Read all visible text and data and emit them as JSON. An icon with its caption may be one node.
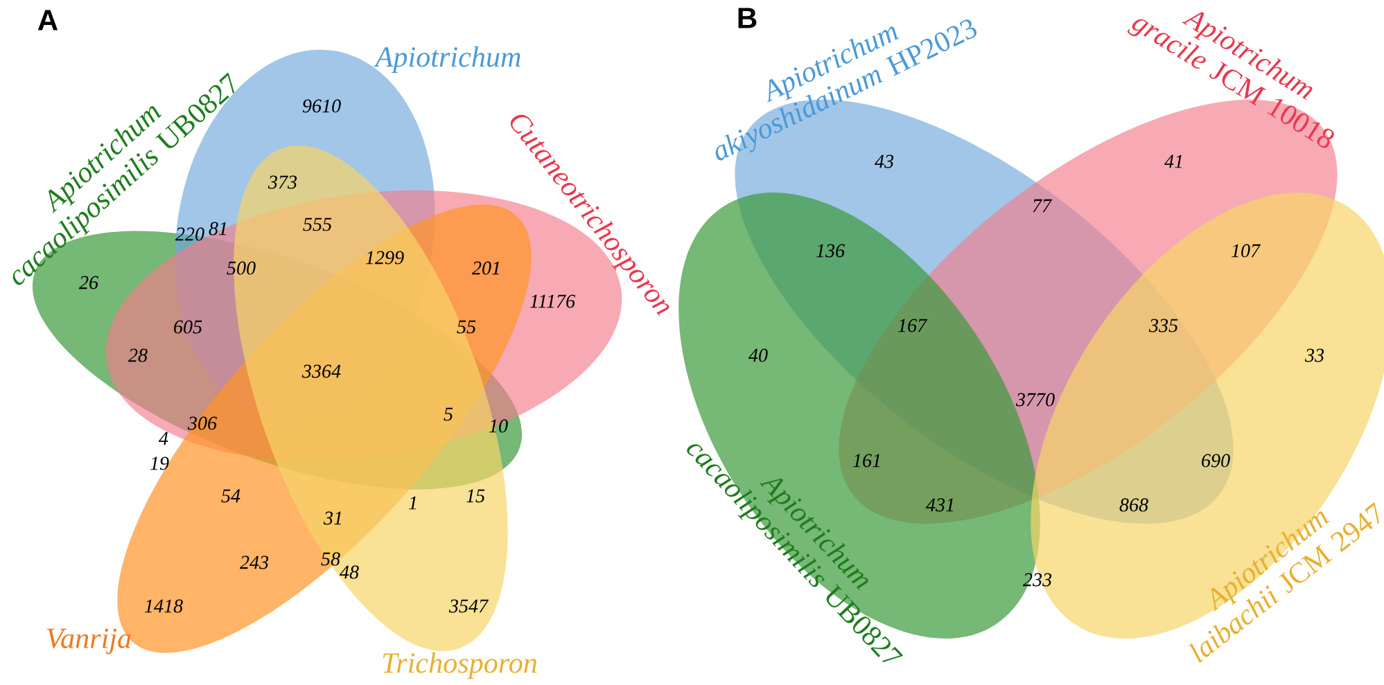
{
  "diagram": {
    "nodes": [
      {
        "text": [
          "*Apiotrichum cacaoliposimilis* UB0827"
        ]
      },
      {
        "text": [
          "Apiotrichum"
        ]
      },
      {
        "text": [
          "Cutaneotrichosporon"
        ]
      },
      {
        "text": [
          "Vanrija"
        ]
      },
      {
        "text": [
          "Trichosporon"
        ]
      },
      {
        "text": [
          "*Apiotrichum akiyoshidainum* HP2023"
        ]
      },
      {
        "text": [
          "*Apiotrichum gracile* JCM 10018"
        ]
      },
      {
        "text": [
          "*Apiotrichum cacaoliposimilis* UB0827"
        ]
      },
      {
        "text": [
          "*Apiotrichum laibachii* JCM 2947"
        ]
      }
    ],
    "labels": [
      "A",
      "9610",
      "373",
      "81",
      "220",
      "555",
      "26",
      "500",
      "1299",
      "201",
      "11176",
      "605",
      "55",
      "28",
      "3364",
      "5",
      "306",
      "10",
      "4",
      "19",
      "54",
      "15",
      "1",
      "31",
      "243",
      "58",
      "48",
      "1418",
      "3547",
      "B",
      "43",
      "41",
      "77",
      "136",
      "107",
      "167",
      "335",
      "40",
      "33",
      "3770",
      "161",
      "690",
      "431",
      "868",
      "233"
    ]
  }
}
